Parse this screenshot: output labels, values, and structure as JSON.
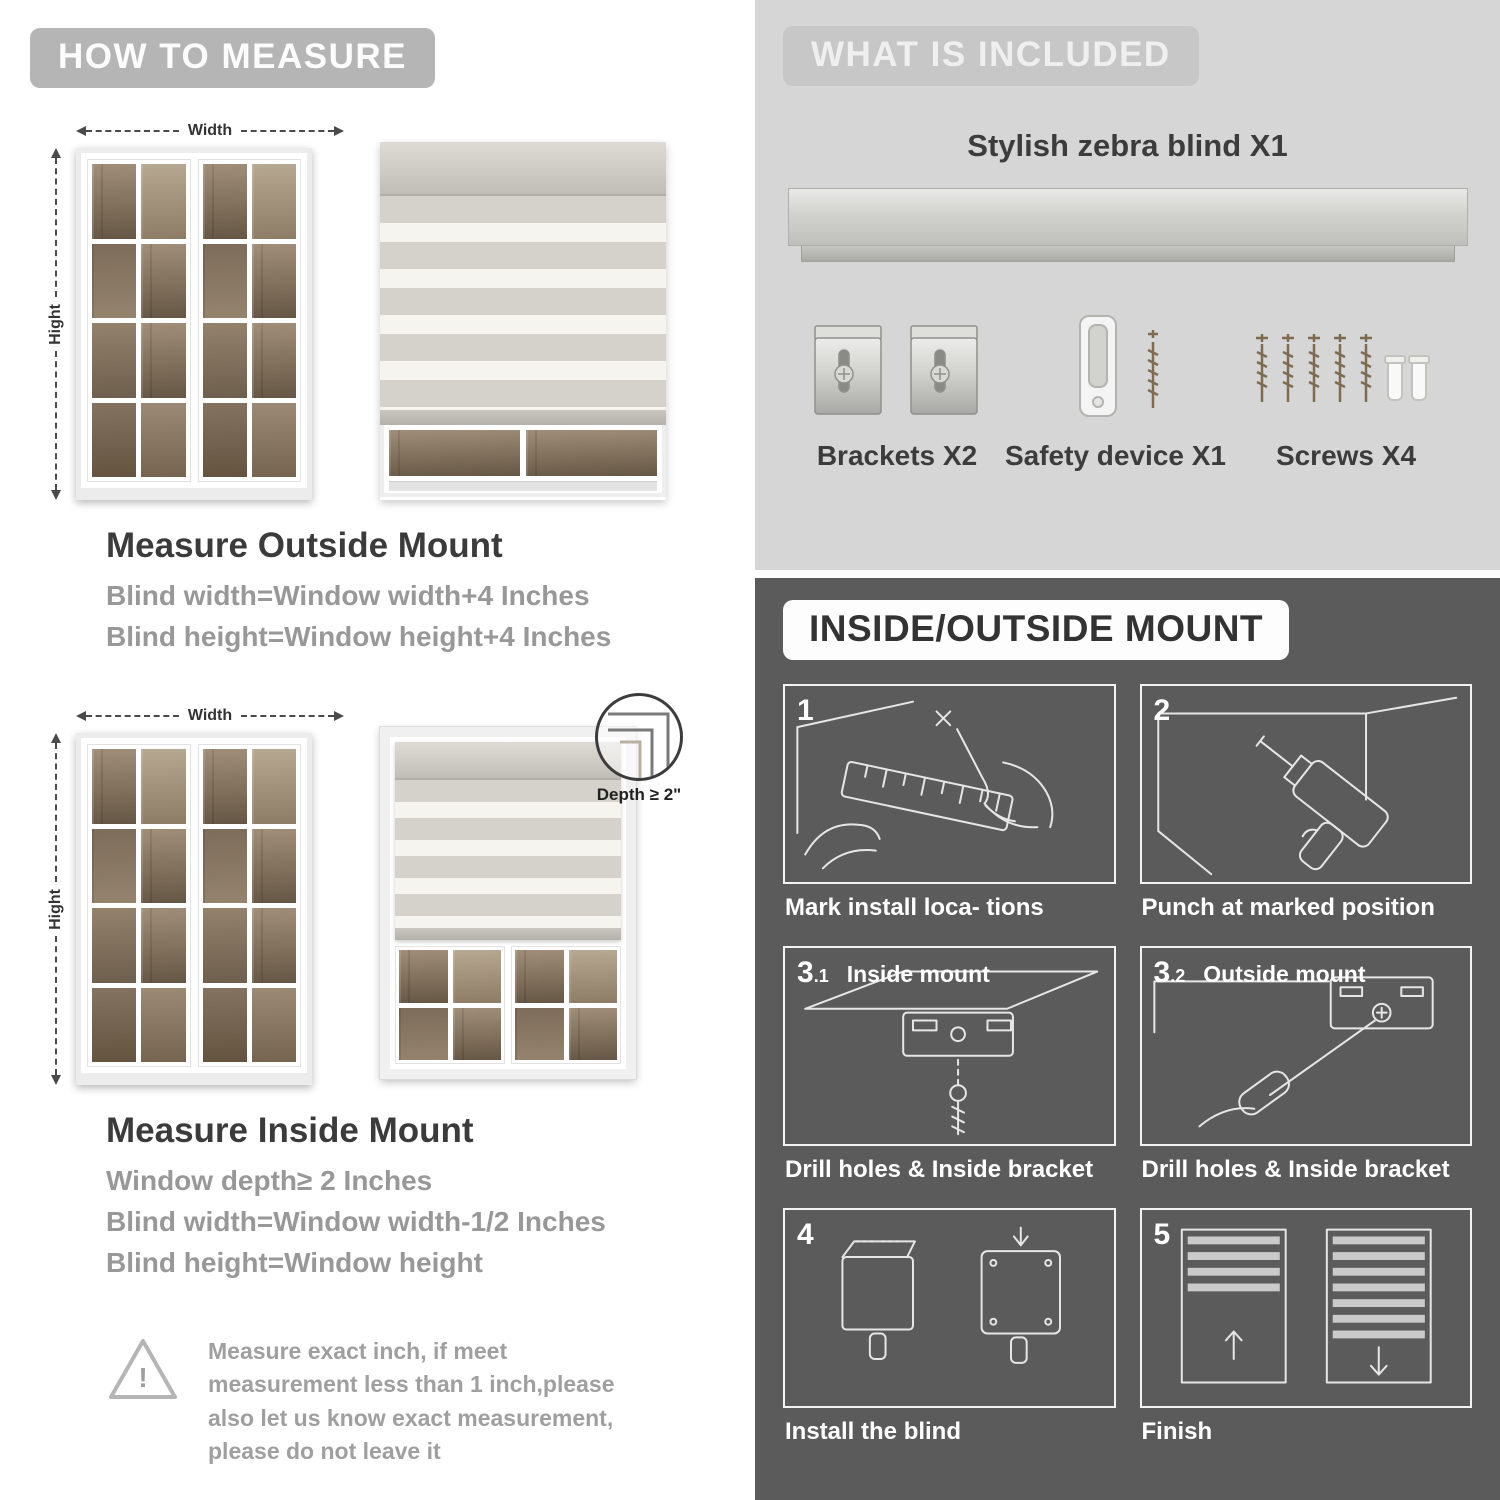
{
  "left": {
    "header": "HOW TO MEASURE",
    "labels": {
      "width": "Width",
      "height": "Hight",
      "depth": "Depth ≥ 2\""
    },
    "outside": {
      "title": "Measure Outside Mount",
      "lines": [
        "Blind width=Window width+4 Inches",
        "Blind height=Window height+4 Inches"
      ]
    },
    "inside": {
      "title": "Measure Inside Mount",
      "lines": [
        "Window depth≥ 2 Inches",
        "Blind width=Window width-1/2 Inches",
        "Blind height=Window height"
      ]
    },
    "warning": {
      "mark": "!",
      "text": "Measure exact inch, if meet measurement less than 1 inch,please also let us know exact measurement, please do not leave it"
    }
  },
  "right": {
    "included": {
      "header": "WHAT IS INCLUDED",
      "blind_title": "Stylish zebra blind X1",
      "parts": [
        {
          "label": "Brackets X2"
        },
        {
          "label": "Safety device X1"
        },
        {
          "label": "Screws X4"
        }
      ]
    },
    "mount": {
      "header": "INSIDE/OUTSIDE MOUNT",
      "steps": [
        {
          "num": "1",
          "sub": "",
          "title": "",
          "caption": "Mark install loca- tions"
        },
        {
          "num": "2",
          "sub": "",
          "title": "",
          "caption": "Punch at  marked position"
        },
        {
          "num": "3",
          "sub": ".1",
          "title": "Inside mount",
          "caption": "Drill holes &  Inside bracket"
        },
        {
          "num": "3",
          "sub": ".2",
          "title": "Outside mount",
          "caption": "Drill holes &  Inside bracket"
        },
        {
          "num": "4",
          "sub": "",
          "title": "",
          "caption": "Install the blind"
        },
        {
          "num": "5",
          "sub": "",
          "title": "",
          "caption": "Finish"
        }
      ]
    }
  },
  "colors": {
    "accent_gray": "#b5b5b5",
    "panel_light": "#d6d6d6",
    "panel_dark": "#5b5b5b"
  }
}
